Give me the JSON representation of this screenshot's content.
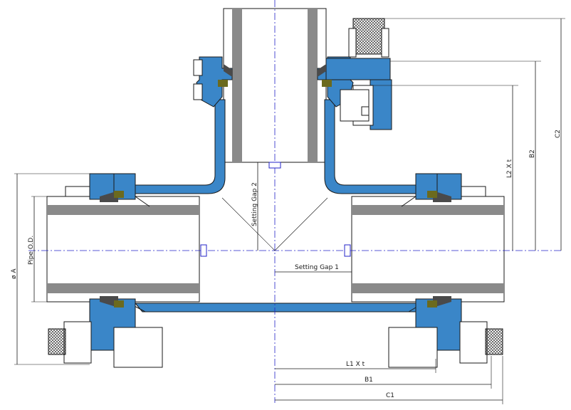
{
  "diagram": {
    "colors": {
      "fitting_blue": "#3a86c8",
      "fitting_blue_dark": "#2a6fae",
      "pipe_grey": "#8a8a8a",
      "pipe_fill": "#ffffff",
      "gasket_olive": "#6b6a1e",
      "grip_dark": "#4a4a4a",
      "centerline": "#2323c8",
      "ink": "#1a1a1a"
    },
    "labels": {
      "od_total": "ø A",
      "pipe_od": "Pipe O.D.",
      "setting_gap_1": "Setting Gap 1",
      "setting_gap_2": "Setting Gap 2",
      "l2": "L2 X t",
      "b2": "B2",
      "c2": "C2",
      "l1": "L1 X t",
      "b1": "B1",
      "c1": "C1"
    }
  }
}
